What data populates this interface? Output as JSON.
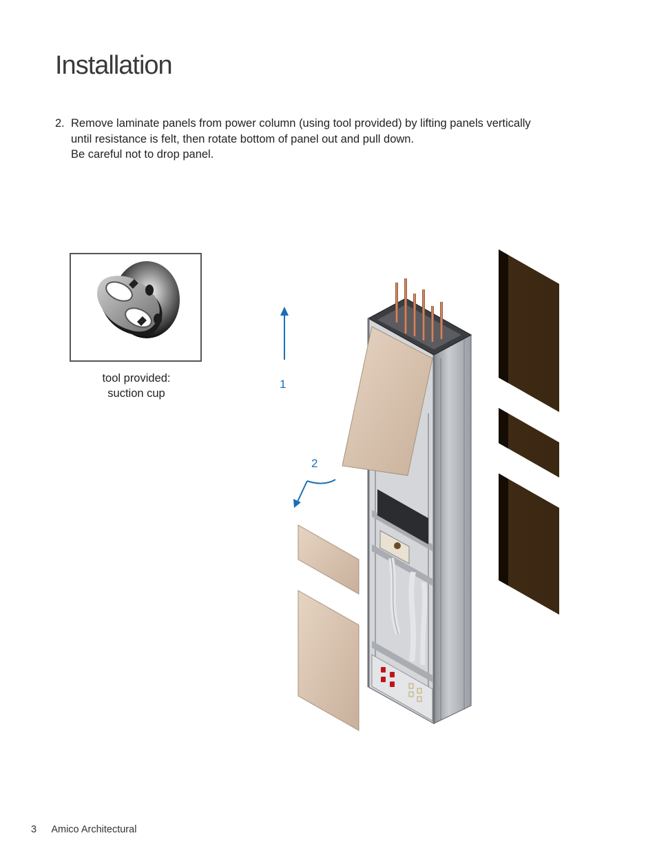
{
  "page": {
    "title": "Installation",
    "step": {
      "number": "2.",
      "lines": [
        "Remove laminate panels from power column (using tool provided) by lifting panels vertically",
        "until resistance is felt, then rotate bottom of panel out and pull down.",
        "Be careful not to drop panel."
      ]
    },
    "tool": {
      "caption_line1": "tool provided:",
      "caption_line2": "suction cup"
    },
    "labels": {
      "arrow1": "1",
      "arrow2": "2"
    },
    "footer": {
      "page_number": "3",
      "company": "Amico Architectural"
    }
  },
  "colors": {
    "arrow": "#1a6fb5",
    "laminate": "#d9c3ae",
    "dark_panel": "#3f2a14",
    "frame": "#b9bcc0"
  }
}
